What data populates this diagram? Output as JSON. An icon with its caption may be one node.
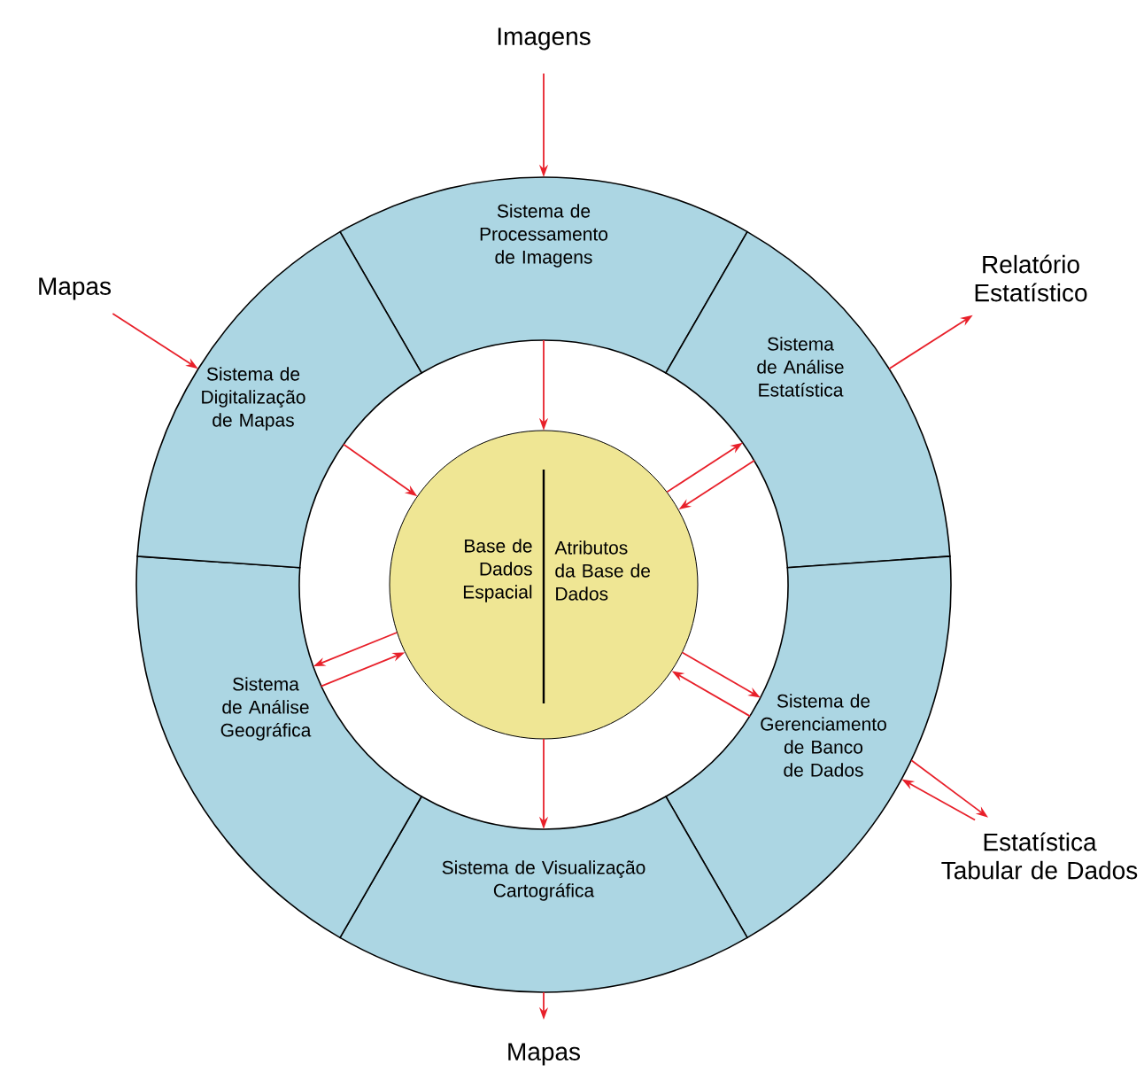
{
  "diagram": {
    "nodes": [
      {
        "text": [
          "Imagens"
        ]
      },
      {
        "text": [
          "Mapas"
        ]
      },
      {
        "text": [
          "Relatório Estatístico"
        ]
      },
      {
        "text": [
          "Estatística Tabular de Dados"
        ]
      },
      {
        "text": [
          "Mapas"
        ]
      },
      {
        "text": [
          "Sistema de Processamento de Imagens"
        ]
      },
      {
        "text": [
          "Sistema de Análise Estatística"
        ]
      },
      {
        "text": [
          "Sistema de Gerenciamento de Banco de Dados"
        ]
      },
      {
        "text": [
          "Sistema de Visualização Cartográfica"
        ]
      },
      {
        "text": [
          "Sistema de Análise Geográfica"
        ]
      },
      {
        "text": [
          "Sistema de Digitalização de Mapas"
        ]
      },
      {
        "text": [
          "Base de Dados Espacial",
          "Atributos da Base de Dados"
        ]
      }
    ],
    "edges": [
      {
        "from": 0,
        "to": 5,
        "arrow": "to"
      },
      {
        "from": 1,
        "to": 10,
        "arrow": "to"
      },
      {
        "from": 6,
        "to": 2,
        "arrow": "to"
      },
      {
        "from": 7,
        "to": 3,
        "arrow": "to"
      },
      {
        "from": 3,
        "to": 7,
        "arrow": "to"
      },
      {
        "from": 8,
        "to": 4,
        "arrow": "to"
      },
      {
        "from": 5,
        "to": 11,
        "arrow": "to"
      },
      {
        "from": 10,
        "to": 11,
        "arrow": "to"
      },
      {
        "from": 11,
        "to": 6,
        "arrow": "to"
      },
      {
        "from": 6,
        "to": 11,
        "arrow": "to"
      },
      {
        "from": 11,
        "to": 7,
        "arrow": "to"
      },
      {
        "from": 7,
        "to": 11,
        "arrow": "to"
      },
      {
        "from": 9,
        "to": 11,
        "arrow": "to"
      },
      {
        "from": 11,
        "to": 9,
        "arrow": "to"
      },
      {
        "from": 11,
        "to": 8,
        "arrow": "to"
      }
    ]
  }
}
